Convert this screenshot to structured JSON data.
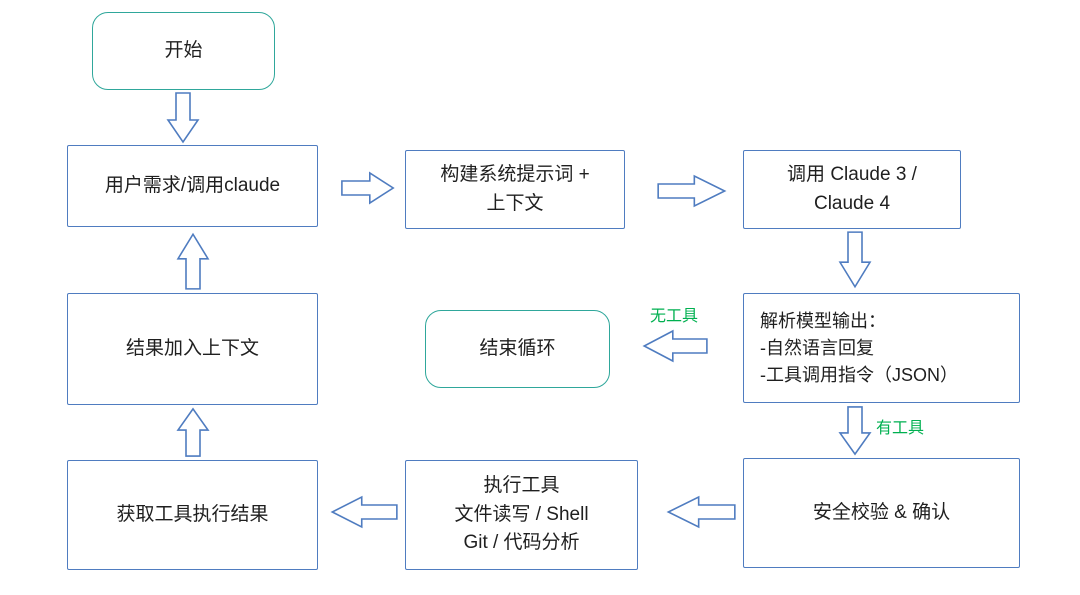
{
  "diagram": {
    "title": "Claude agent loop flowchart",
    "nodes": {
      "start": {
        "label": "开始"
      },
      "user_request": {
        "label": "用户需求/调用claude"
      },
      "build_prompt": {
        "lines": [
          "构建系统提示词 +",
          "上下文"
        ]
      },
      "call_claude": {
        "lines": [
          "调用 Claude 3 /",
          "Claude 4"
        ]
      },
      "parse_output": {
        "lines": [
          "解析模型输出：",
          "-自然语言回复",
          "-工具调用指令（JSON）"
        ]
      },
      "end_loop": {
        "label": "结束循环"
      },
      "safety_check": {
        "label": "安全校验 & 确认"
      },
      "execute_tool": {
        "lines": [
          "执行工具",
          "文件读写 / Shell",
          "Git / 代码分析"
        ]
      },
      "get_result": {
        "label": "获取工具执行结果"
      },
      "append_context": {
        "label": "结果加入上下文"
      }
    },
    "edge_labels": {
      "no_tool": "无工具",
      "has_tool": "有工具"
    },
    "colors": {
      "box_border": "#4f7cc0",
      "rounded_border": "#2fa79b",
      "arrow": "#4f7cc0",
      "edge_label": "#00b050",
      "text": "#1f1f1f"
    }
  }
}
